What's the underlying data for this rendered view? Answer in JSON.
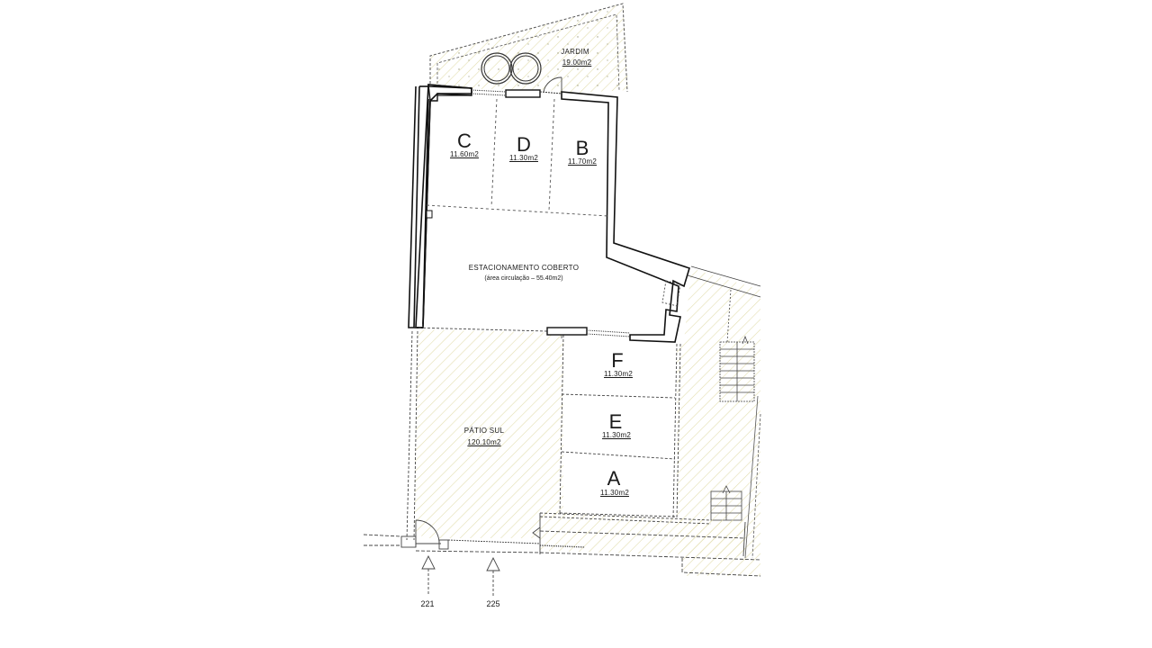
{
  "plan": {
    "rooms": {
      "jardim": {
        "name": "JARDIM",
        "area": "19.00m2"
      },
      "covered_parking": {
        "name": "ESTACIONAMENTO COBERTO",
        "note": "(área circulação – 55.40m2)"
      },
      "patio_sul": {
        "name": "PÁTIO SUL",
        "area": "120.10m2"
      }
    },
    "parking_spaces": {
      "c": {
        "letter": "C",
        "area": "11.60m2"
      },
      "d": {
        "letter": "D",
        "area": "11.30m2"
      },
      "b": {
        "letter": "B",
        "area": "11.70m2"
      },
      "f": {
        "letter": "F",
        "area": "11.30m2"
      },
      "e": {
        "letter": "E",
        "area": "11.30m2"
      },
      "a": {
        "letter": "A",
        "area": "11.30m2"
      }
    },
    "entrances": [
      {
        "number": "221"
      },
      {
        "number": "225"
      }
    ],
    "colors": {
      "wall": "#1a1a1a",
      "hatch": "#e6e2b8",
      "dashed": "#555555",
      "background": "#ffffff"
    }
  }
}
